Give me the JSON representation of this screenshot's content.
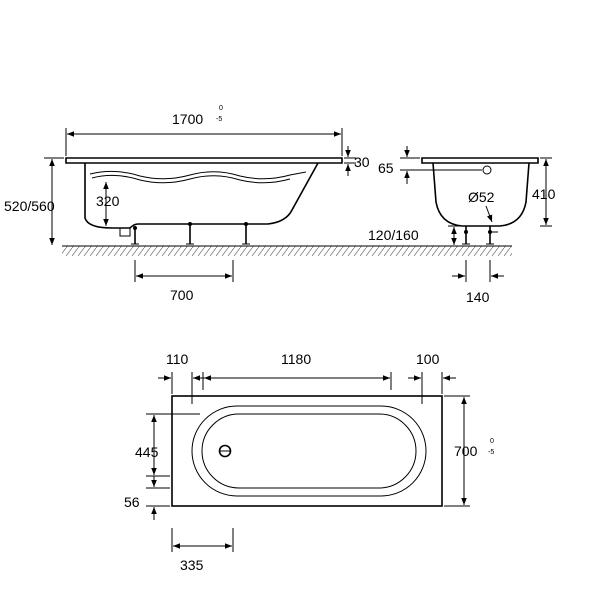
{
  "side_view": {
    "length": "1700",
    "length_tol_upper": "0",
    "length_tol_lower": "-5",
    "rim_thickness": "30",
    "overall_height": "520/560",
    "inner_depth": "320",
    "leg_spacing": "700"
  },
  "end_view": {
    "drain_offset": "65",
    "height": "410",
    "drain_diameter": "Ø52",
    "foot_height": "120/160",
    "foot_spacing": "140"
  },
  "plan_view": {
    "left_margin": "110",
    "inner_length": "1180",
    "right_margin": "100",
    "width": "700",
    "width_tol_upper": "0",
    "width_tol_lower": "-5",
    "drain_position": "445",
    "drain_edge_offset": "56",
    "drain_from_end": "335"
  }
}
